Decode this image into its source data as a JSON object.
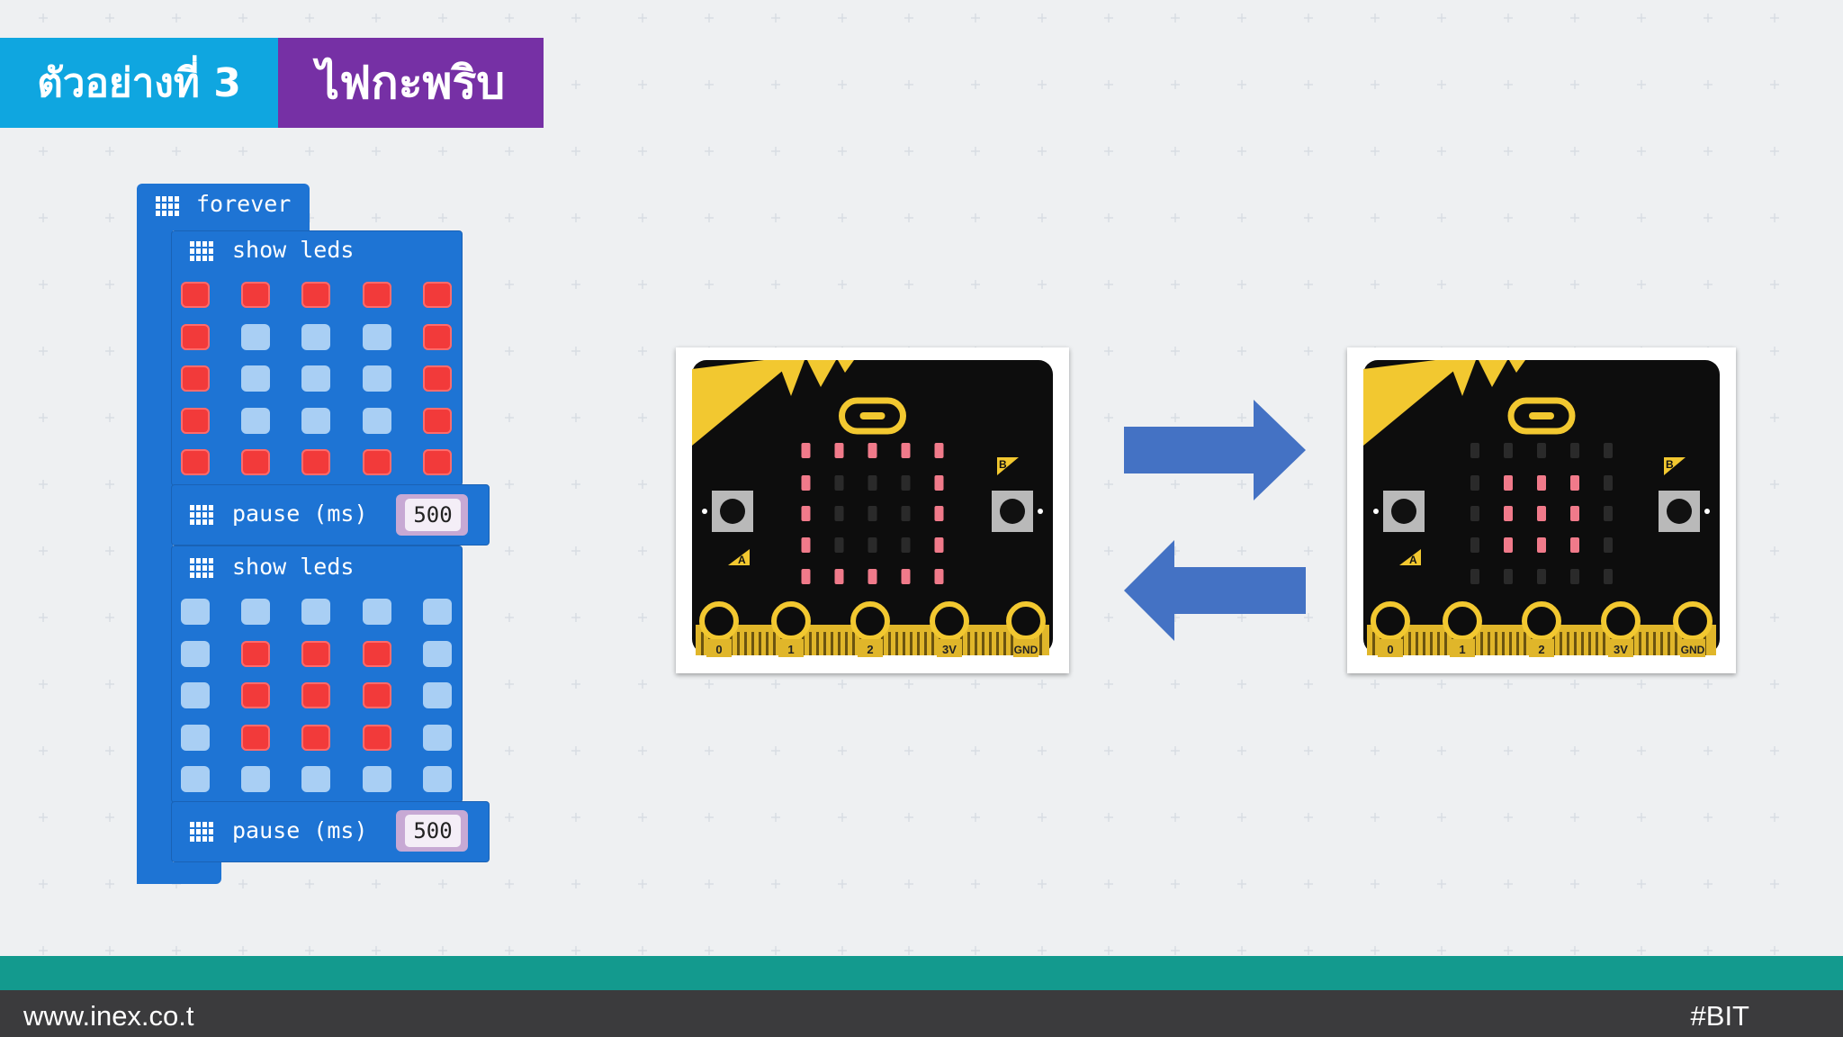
{
  "title": {
    "example_label": "ตัวอย่างที่ 3",
    "topic": "ไฟกะพริบ"
  },
  "program": {
    "forever_label": "forever",
    "show_leds_label_1": "show leds",
    "leds_1": [
      [
        1,
        1,
        1,
        1,
        1
      ],
      [
        1,
        0,
        0,
        0,
        1
      ],
      [
        1,
        0,
        0,
        0,
        1
      ],
      [
        1,
        0,
        0,
        0,
        1
      ],
      [
        1,
        1,
        1,
        1,
        1
      ]
    ],
    "pause_label_1": "pause (ms)",
    "pause_value_1": "500",
    "show_leds_label_2": "show leds",
    "leds_2": [
      [
        0,
        0,
        0,
        0,
        0
      ],
      [
        0,
        1,
        1,
        1,
        0
      ],
      [
        0,
        1,
        1,
        1,
        0
      ],
      [
        0,
        1,
        1,
        1,
        0
      ],
      [
        0,
        0,
        0,
        0,
        0
      ]
    ],
    "pause_label_2": "pause (ms)",
    "pause_value_2": "500"
  },
  "boards": {
    "pin_labels": [
      "0",
      "1",
      "2",
      "3V",
      "GND"
    ],
    "button_a": "A",
    "button_b": "B"
  },
  "colors": {
    "title_blue": "#0fa6e0",
    "title_purple": "#7630a5",
    "block_blue": "#1e74d4",
    "led_on": "#f23a3a",
    "led_off": "#a9cff4",
    "arrow": "#4472c4",
    "footer_teal": "#139a8e",
    "footer_dark": "#3b3b3d"
  },
  "footer": {
    "website": "www.inex.co.t",
    "tag": "#BIT"
  }
}
